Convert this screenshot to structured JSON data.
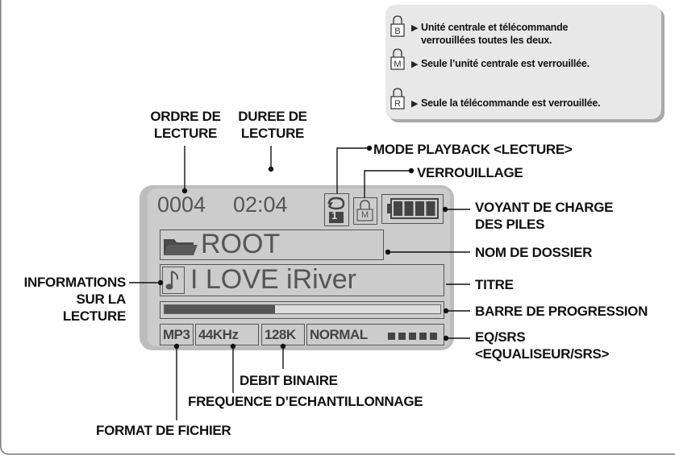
{
  "legend": {
    "items": [
      {
        "letter": "B",
        "text": [
          "Unité centrale et télécommande",
          "verrouillées toutes les deux."
        ]
      },
      {
        "letter": "M",
        "text": [
          "Seule l’unité centrale est verrouillée."
        ]
      },
      {
        "letter": "R",
        "text": [
          "Seule la télécommande est verrouillée."
        ]
      }
    ]
  },
  "lcd": {
    "track_number": "0004",
    "play_time": "02:04",
    "repeat_number": "1",
    "lock_letter": "M",
    "folder": "ROOT",
    "title": "I LOVE iRiver",
    "progress": 0.4,
    "battery_bars": 4,
    "format": "MP3",
    "sample_rate": "44KHz",
    "bitrate": "128K",
    "eq": "NORMAL"
  },
  "labels": {
    "ordre_line1": "ORDRE DE",
    "ordre_line2": "LECTURE",
    "duree_line1": "DUREE DE",
    "duree_line2": "LECTURE",
    "mode_playback": "MODE PLAYBACK <LECTURE>",
    "verrouillage": "VERROUILLAGE",
    "voyant_line1": "VOYANT DE CHARGE",
    "voyant_line2": "DES PILES",
    "nom_dossier": "NOM DE DOSSIER",
    "titre": "TITRE",
    "barre_progression": "BARRE DE PROGRESSION",
    "eq_line1": "EQ/SRS",
    "eq_line2": "<EQUALISEUR/SRS>",
    "info_line1": "INFORMATIONS",
    "info_line2": "SUR LA",
    "info_line3": "LECTURE",
    "debit_binaire": "DEBIT BINAIRE",
    "frequence": "FREQUENCE D’ECHANTILLONNAGE",
    "format_fichier": "FORMAT DE FICHIER"
  }
}
